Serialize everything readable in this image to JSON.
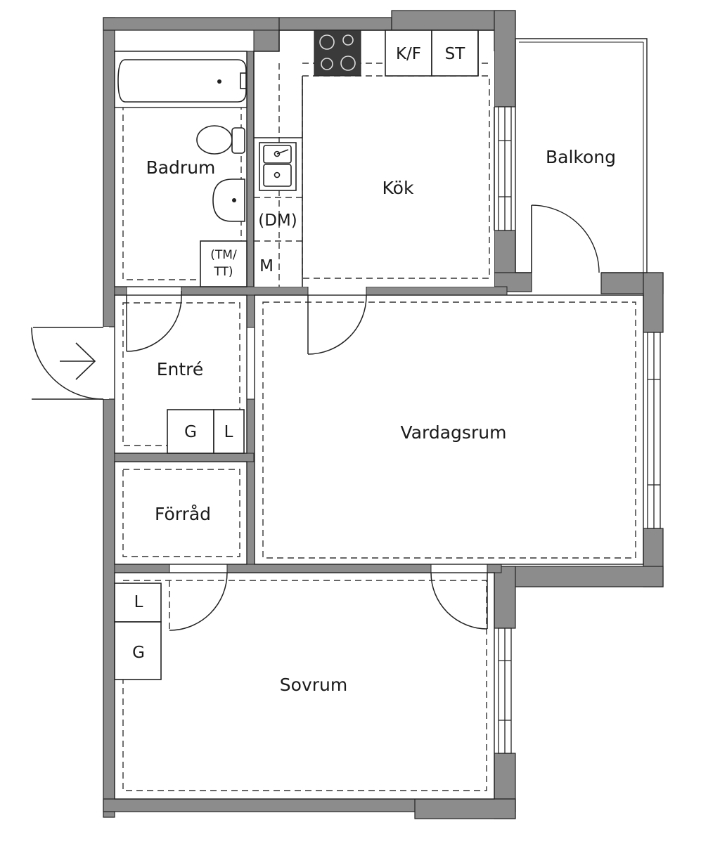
{
  "rooms": {
    "badrum": "Badrum",
    "kok": "Kök",
    "balkong": "Balkong",
    "entre": "Entré",
    "vardagsrum": "Vardagsrum",
    "forrad": "Förråd",
    "sovrum": "Sovrum"
  },
  "fixtures": {
    "kf": "K/F",
    "st": "ST",
    "dm": "(DM)",
    "m": "M",
    "tm_line1": "(TM/",
    "tm_line2": "TT)",
    "entre_g": "G",
    "entre_l": "L",
    "sovrum_l": "L",
    "sovrum_g": "G"
  },
  "colors": {
    "wall": "#8c8c8c",
    "line": "#222222",
    "stove": "#3a3a3a"
  }
}
